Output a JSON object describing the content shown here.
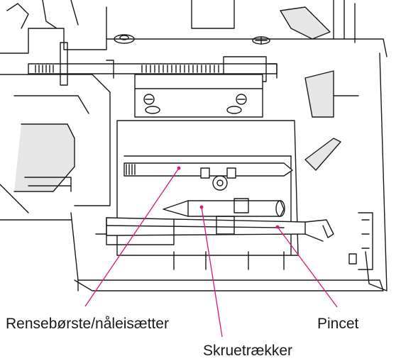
{
  "callouts": {
    "brush": "Rensebørste/nåleisætter",
    "screwdriver": "Skruetrækker",
    "tweezers": "Pincet"
  },
  "colors": {
    "line": "#1a1a1a",
    "leader": "#d6187a",
    "shade": "#e6e6e6"
  }
}
